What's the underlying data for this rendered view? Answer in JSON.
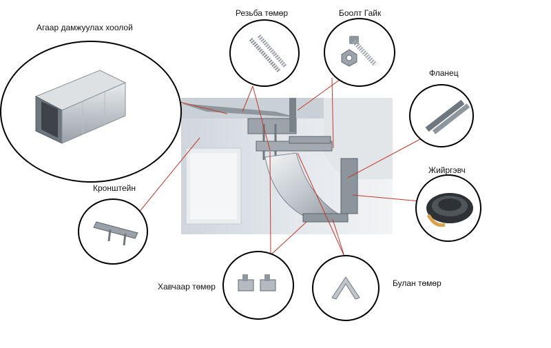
{
  "labels": {
    "duct": "Агаар дамжуулах хоолой",
    "threaded_rod": "Резьба төмөр",
    "bolt_nut": "Боолт Гайк",
    "flange": "Фланец",
    "gasket": "Жийргэвч",
    "bracket": "Кронштейн",
    "clamp": "Хавчаар төмөр",
    "corner": "Булан төмөр"
  },
  "colors": {
    "leader_line": "#c0392b",
    "circle_stroke": "#000000",
    "metal_light": "#d9dde1",
    "metal_mid": "#a9b0b6",
    "metal_dark": "#6f777e"
  }
}
